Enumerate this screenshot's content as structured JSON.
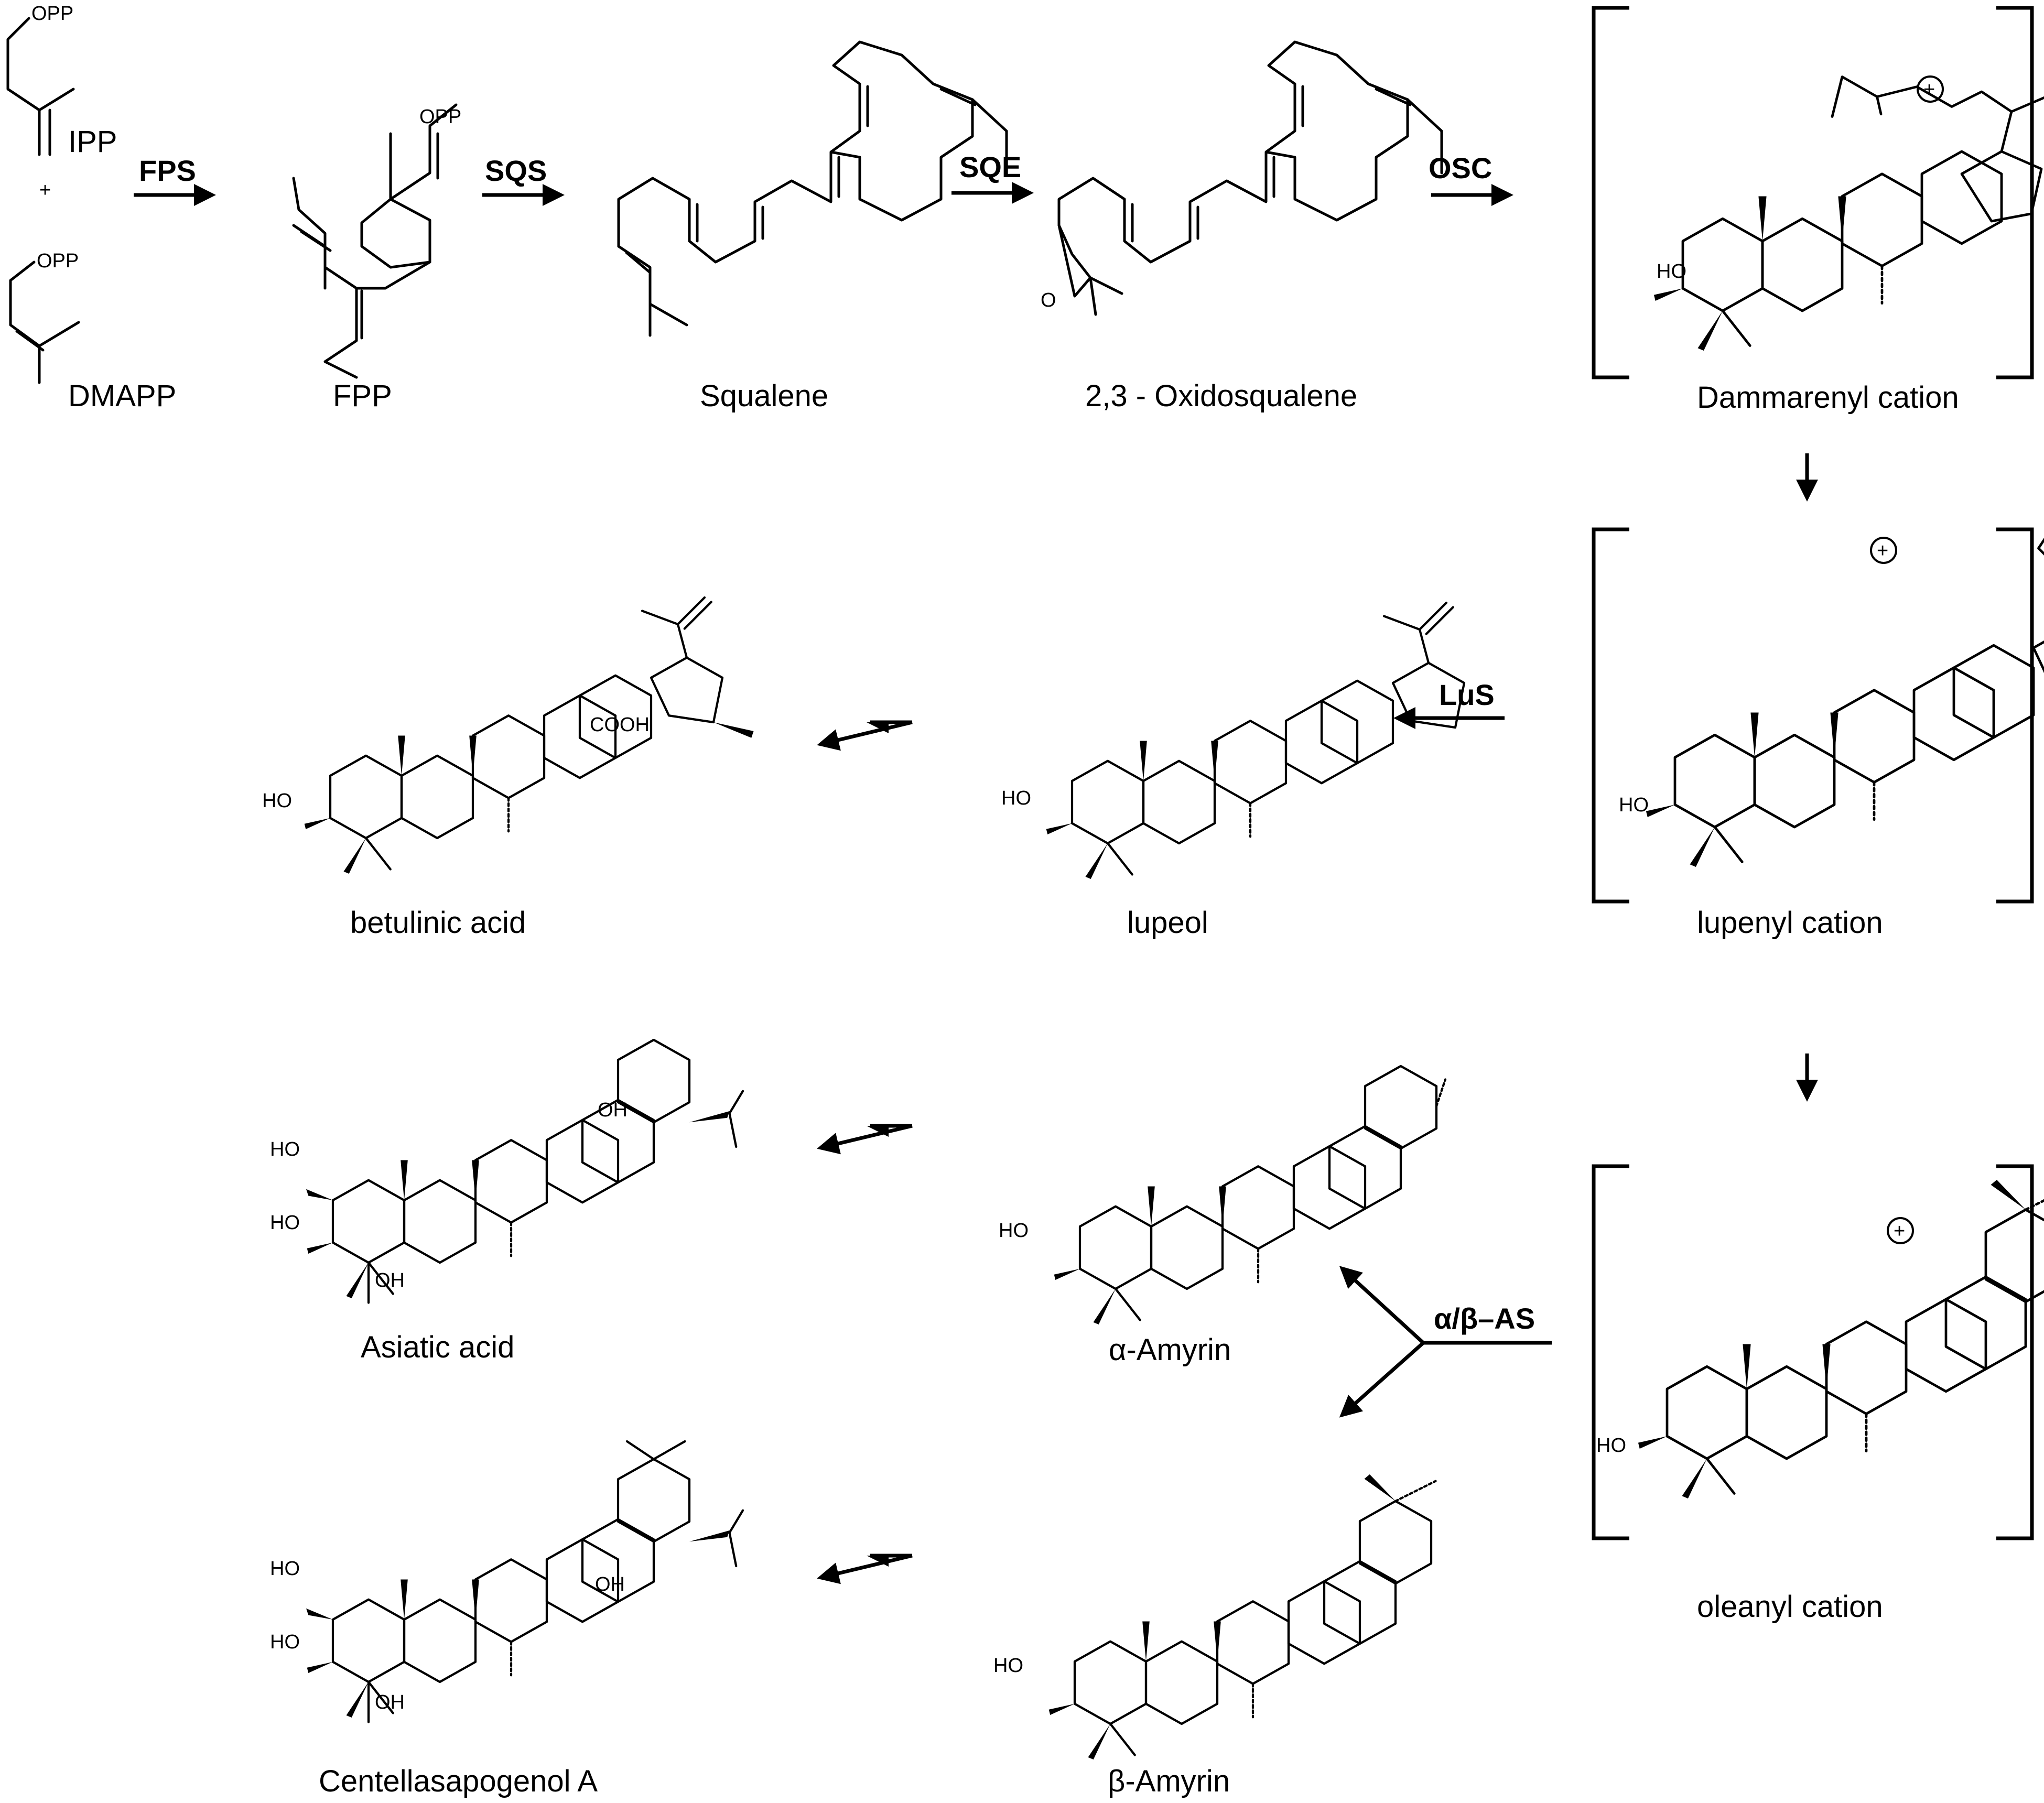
{
  "compounds": {
    "ipp": "IPP",
    "dmapp": "DMAPP",
    "fpp": "FPP",
    "squalene": "Squalene",
    "oxidosqualene": "2,3 - Oxidosqualene",
    "dammarenyl": "Dammarenyl cation",
    "lupenyl": "lupenyl cation",
    "oleanyl": "oleanyl cation",
    "lupeol": "lupeol",
    "betulinic": "betulinic acid",
    "alpha_amyrin": "α-Amyrin",
    "asiatic": "Asiatic  acid",
    "beta_amyrin": "β-Amyrin",
    "centella": "Centellasapogenol A"
  },
  "enzymes": {
    "fps": "FPS",
    "sqs": "SQS",
    "sqe": "SQE",
    "osc": "OSC",
    "lus": "LuS",
    "ab_as": "α/β–AS"
  },
  "atoms": {
    "opp": "OPP",
    "plus": "+",
    "ho": "HO",
    "oh": "OH",
    "cooh": "COOH",
    "o": "O",
    "cation": "+"
  },
  "colors": {
    "ink": "#000000",
    "background": "#ffffff"
  }
}
